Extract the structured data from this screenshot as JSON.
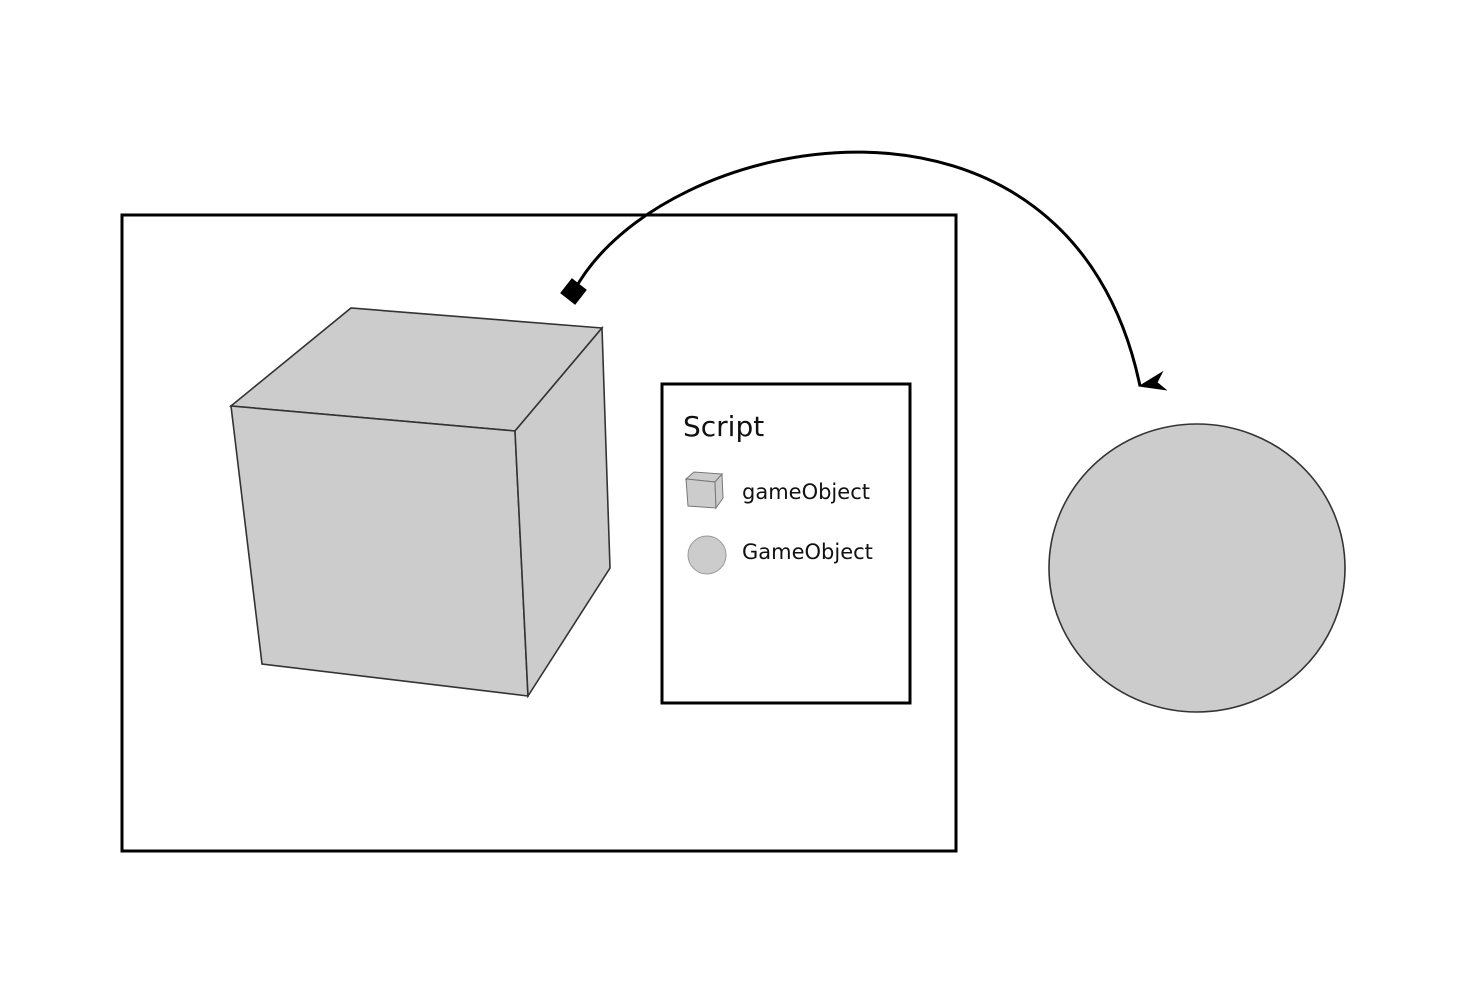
{
  "colors": {
    "shape_fill": "#cccccc",
    "stroke": "#000000",
    "background": "#ffffff"
  },
  "script_panel": {
    "title": "Script",
    "fields": [
      {
        "icon": "cube-icon",
        "label": "gameObject"
      },
      {
        "icon": "circle-icon",
        "label": "GameObject"
      }
    ]
  },
  "connector": {
    "start_marker": "square",
    "end_marker": "arrow"
  }
}
